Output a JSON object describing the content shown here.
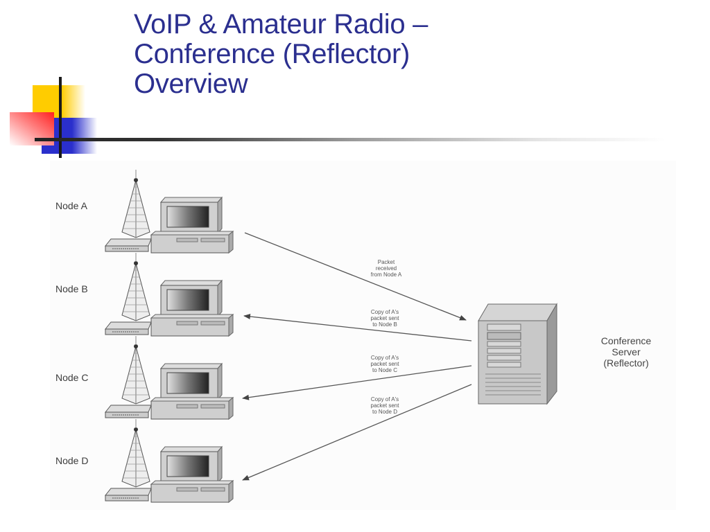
{
  "slide": {
    "title_lines": [
      "VoIP & Amateur Radio –",
      "Conference (Reflector)",
      "Overview"
    ],
    "title_color": "#2b2f8f",
    "accent_colors": {
      "yellow": "#ffcc00",
      "blue": "#2a2fcc",
      "red": "#ff2020"
    }
  },
  "diagram": {
    "nodes": [
      {
        "id": "A",
        "label": "Node A"
      },
      {
        "id": "B",
        "label": "Node B"
      },
      {
        "id": "C",
        "label": "Node C"
      },
      {
        "id": "D",
        "label": "Node D"
      }
    ],
    "server": {
      "lines": [
        "Conference",
        "Server",
        "(Reflector)"
      ]
    },
    "flows": [
      {
        "from": "A",
        "to": "server",
        "lines": [
          "Packet",
          "received",
          "from Node A"
        ]
      },
      {
        "from": "server",
        "to": "B",
        "lines": [
          "Copy of A's",
          "packet sent",
          "to Node B"
        ]
      },
      {
        "from": "server",
        "to": "C",
        "lines": [
          "Copy of A's",
          "packet sent",
          "to Node C"
        ]
      },
      {
        "from": "server",
        "to": "D",
        "lines": [
          "Copy of A's",
          "packet sent",
          "to Node D"
        ]
      }
    ]
  }
}
